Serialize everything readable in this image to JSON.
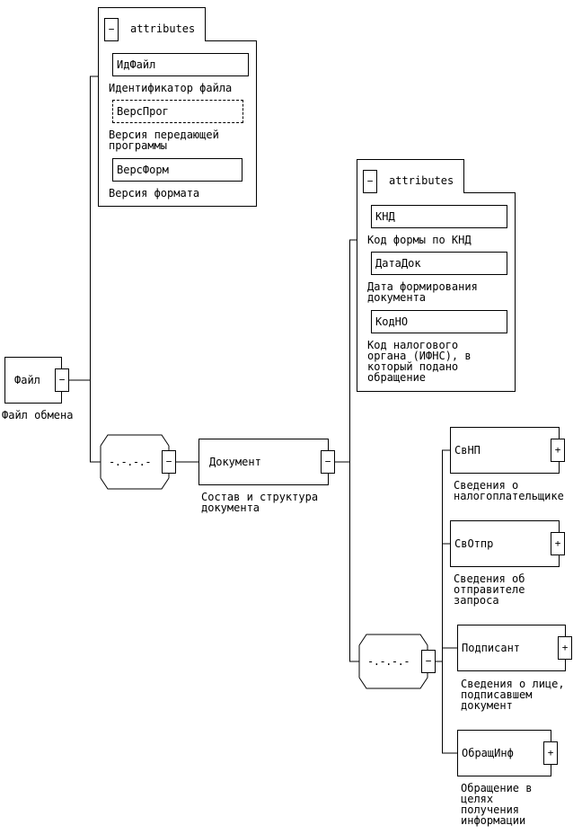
{
  "root": {
    "name": "Файл",
    "desc": "Файл обмена",
    "toggle": "−"
  },
  "root_attributes": {
    "header": "attributes",
    "toggle": "−",
    "items": [
      {
        "name": "ИдФайл",
        "desc": "Идентификатор файла"
      },
      {
        "name": "ВерсПрог",
        "desc": "Версия передающей\nпрограммы"
      },
      {
        "name": "ВерсФорм",
        "desc": "Версия формата"
      }
    ]
  },
  "sequence_symbol": "-.-.-.-",
  "sequence_toggle": "−",
  "document": {
    "name": "Документ",
    "desc": "Состав и структура\nдокумента",
    "toggle": "−"
  },
  "document_attributes": {
    "header": "attributes",
    "toggle": "−",
    "items": [
      {
        "name": "КНД",
        "desc": "Код формы по КНД"
      },
      {
        "name": "ДатаДок",
        "desc": "Дата формирования\nдокумента"
      },
      {
        "name": "КодНО",
        "desc": "Код налогового\nоргана (ИФНС), в\nкоторый подано\nобращение"
      }
    ]
  },
  "children": [
    {
      "name": "СвНП",
      "desc": "Сведения о\nналогоплательщике",
      "toggle": "+"
    },
    {
      "name": "СвОтпр",
      "desc": "Сведения об\nотправителе\nзапроса",
      "toggle": "+"
    },
    {
      "name": "Подписант",
      "desc": "Сведения о лице,\nподписавшем\nдокумент",
      "toggle": "+"
    },
    {
      "name": "ОбращИнф",
      "desc": "Обращение в\nцелях\nполучения\nинформации",
      "toggle": "+"
    }
  ]
}
